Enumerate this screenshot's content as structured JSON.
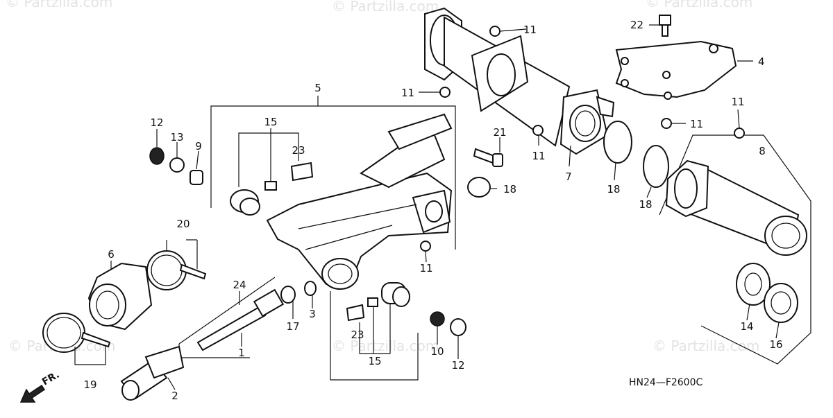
{
  "watermark": "© Partzilla.com",
  "diagram_code": "HN24—F2600C",
  "front_arrow_label": "FR.",
  "callouts": {
    "c1": "1",
    "c2": "2",
    "c3": "3",
    "c4": "4",
    "c5": "5",
    "c6": "6",
    "c7": "7",
    "c8": "8",
    "c9": "9",
    "c10": "10",
    "c11a": "11",
    "c11b": "11",
    "c11c": "11",
    "c11d": "11",
    "c11e": "11",
    "c11f": "11",
    "c12a": "12",
    "c12b": "12",
    "c13": "13",
    "c14": "14",
    "c15a": "15",
    "c15b": "15",
    "c16": "16",
    "c17": "17",
    "c18a": "18",
    "c18b": "18",
    "c18c": "18",
    "c19": "19",
    "c20": "20",
    "c21": "21",
    "c22": "22",
    "c23a": "23",
    "c23b": "23",
    "c24": "24"
  }
}
